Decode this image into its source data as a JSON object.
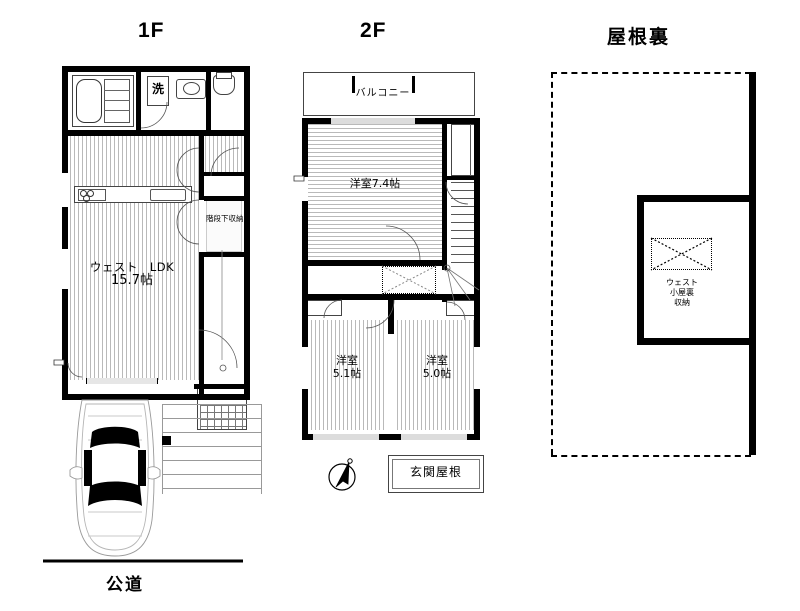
{
  "page": {
    "background": "#ffffff",
    "line_color": "#000000",
    "floor_hatch_color": "#b9b9b9"
  },
  "plans": [
    {
      "id": "plan-1f",
      "title": "1F"
    },
    {
      "id": "plan-2f",
      "title": "2F"
    },
    {
      "id": "plan-attic",
      "title": "屋根裏"
    }
  ],
  "floor1": {
    "title": "1F",
    "rooms": [
      {
        "name": "ldk",
        "label_main": "ウェスト　LDK",
        "label_size": "15.7帖"
      },
      {
        "name": "under-stair-storage",
        "label": "階段下収納"
      },
      {
        "name": "washroom",
        "label": "洗"
      }
    ],
    "fixtures": [
      {
        "name": "bathtub",
        "label": ""
      },
      {
        "name": "shower-unit",
        "label": ""
      },
      {
        "name": "washbasin",
        "label": ""
      },
      {
        "name": "toilet",
        "label": ""
      },
      {
        "name": "kitchen-sink",
        "label": ""
      },
      {
        "name": "kitchen-stove",
        "label": ""
      },
      {
        "name": "entrance-tile",
        "label": ""
      },
      {
        "name": "staircase",
        "label": ""
      }
    ],
    "exterior": {
      "car_label": "",
      "road_label": "公道"
    }
  },
  "floor2": {
    "title": "2F",
    "rooms": [
      {
        "name": "balcony",
        "label": "バルコニー"
      },
      {
        "name": "western-room-large",
        "label": "洋室7.4帖"
      },
      {
        "name": "western-room-left",
        "label_main": "洋室",
        "label_size": "5.1帖"
      },
      {
        "name": "western-room-right",
        "label_main": "洋室",
        "label_size": "5.0帖"
      }
    ],
    "annotations": [
      {
        "name": "entrance-roof",
        "label": "玄関屋根"
      },
      {
        "name": "compass",
        "label": ""
      }
    ]
  },
  "attic": {
    "title": "屋根裏",
    "storage": {
      "name": "west-attic-storage",
      "label_line1": "ウェスト",
      "label_line2": "小屋裏",
      "label_line3": "収納"
    }
  }
}
